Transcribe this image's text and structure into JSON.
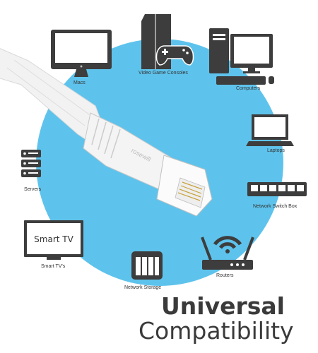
{
  "headline": {
    "line1": "Universal",
    "line2": "Compatibility"
  },
  "brand": {
    "cable_text": "rosewill"
  },
  "colors": {
    "circle": "#5ec3ec",
    "device": "#3d3d3d",
    "cable": "#f2f2f2",
    "text": "#333333"
  },
  "devices": {
    "macs": {
      "label": "Macs",
      "icon": "imac-icon"
    },
    "consoles": {
      "label": "Video Game Consoles",
      "icon": "game-console-icon"
    },
    "computers": {
      "label": "Computers",
      "icon": "desktop-computer-icon"
    },
    "laptops": {
      "label": "Laptops",
      "icon": "laptop-icon"
    },
    "switch": {
      "label": "Network Switch Box",
      "icon": "network-switch-icon"
    },
    "routers": {
      "label": "Routers",
      "icon": "router-icon"
    },
    "storage": {
      "label": "Network Storage",
      "icon": "nas-icon"
    },
    "smarttv": {
      "label": "Smart TV's",
      "screen_text": "Smart TV",
      "icon": "smart-tv-icon"
    },
    "servers": {
      "label": "Servers",
      "icon": "server-rack-icon"
    }
  }
}
